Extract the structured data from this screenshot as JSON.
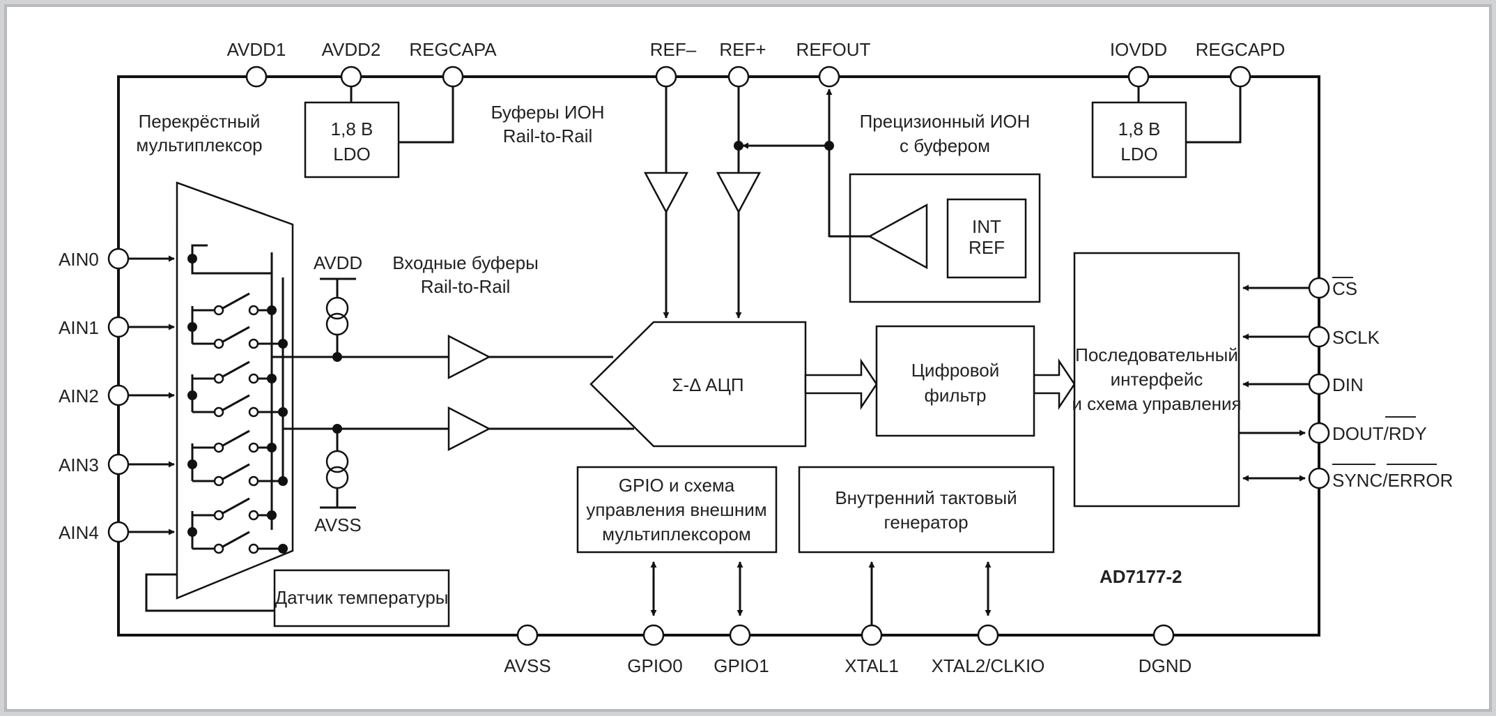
{
  "part_number": "AD7177-2",
  "pins_top": [
    "AVDD1",
    "AVDD2",
    "REGCAPA",
    "REF–",
    "REF+",
    "REFOUT",
    "IOVDD",
    "REGCAPD"
  ],
  "pins_left": [
    "AIN0",
    "AIN1",
    "AIN2",
    "AIN3",
    "AIN4"
  ],
  "pins_right": [
    "CS",
    "SCLK",
    "DIN",
    "DOUT/RDY",
    "SYNC/ERROR"
  ],
  "pins_bottom": [
    "AVSS",
    "GPIO0",
    "GPIO1",
    "XTAL1",
    "XTAL2/CLKIO",
    "DGND"
  ],
  "labels": {
    "crosspoint_mux": [
      "Перекрёстный",
      "мультиплексор"
    ],
    "ref_buffers": [
      "Буферы ИОН",
      "Rail-to-Rail"
    ],
    "precision_ref": [
      "Прецизионный ИОН",
      "с буфером"
    ],
    "input_buffers": [
      "Входные буферы",
      "Rail-to-Rail"
    ],
    "avdd": "AVDD",
    "avss": "AVSS"
  },
  "blocks": {
    "ldo_analog": [
      "1,8 В",
      "LDO"
    ],
    "ldo_digital": [
      "1,8 В",
      "LDO"
    ],
    "int_ref": [
      "INT",
      "REF"
    ],
    "adc": "Σ-Δ АЦП",
    "digital_filter": [
      "Цифровой",
      "фильтр"
    ],
    "serial_interface": [
      "Последовательный",
      "интерфейс",
      "и схема управления"
    ],
    "gpio_control": [
      "GPIO и схема",
      "управления внешним",
      "мультиплексором"
    ],
    "internal_clock": [
      "Внутренний тактовый",
      "генератор"
    ],
    "temp_sensor": "Датчик температуры"
  }
}
